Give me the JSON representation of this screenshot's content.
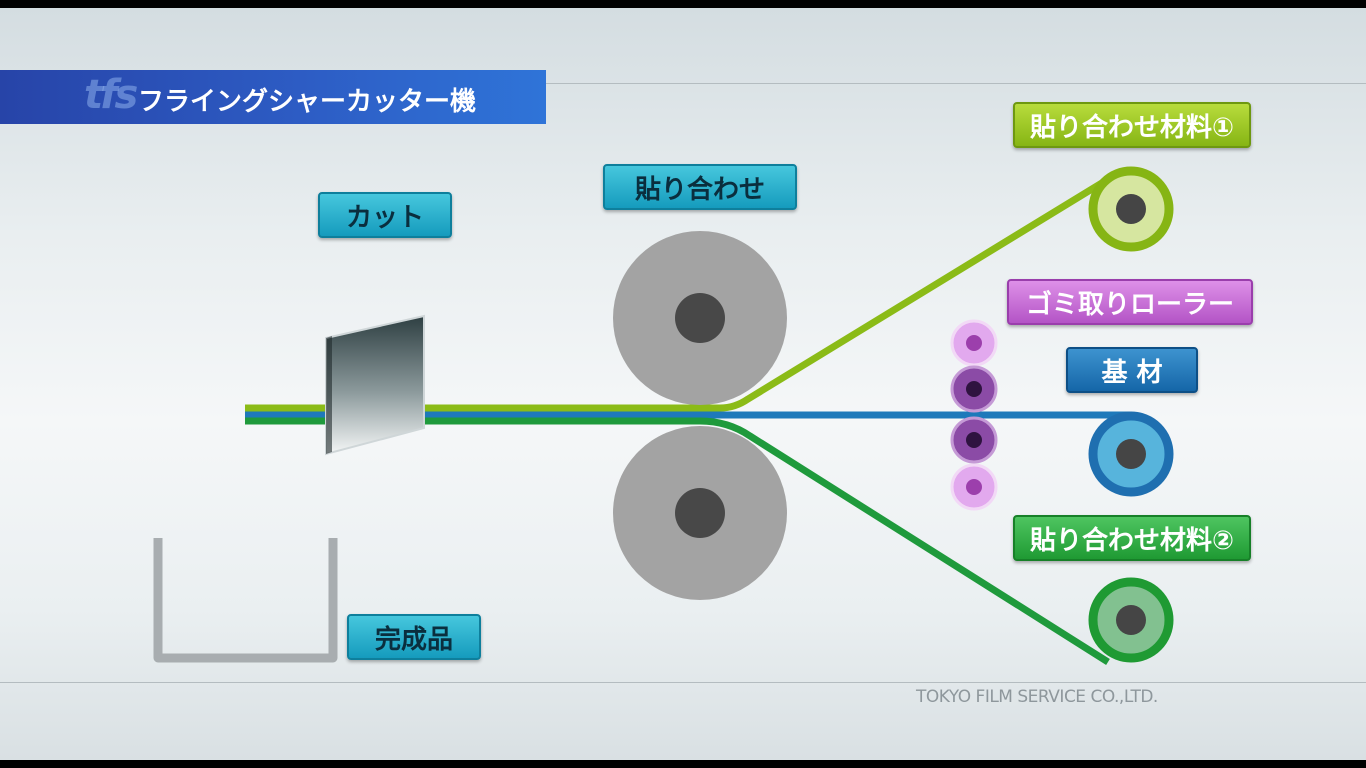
{
  "title": {
    "logo": "tfs",
    "text": "フライングシャーカッター機"
  },
  "labels": {
    "cut": "カット",
    "laminate": "貼り合わせ",
    "material1": "貼り合わせ材料①",
    "dust_roller": "ゴミ取りローラー",
    "substrate": "基 材",
    "material2": "貼り合わせ材料②",
    "finished": "完成品"
  },
  "footer": "TOKYO FILM SERVICE CO.,LTD.",
  "colors": {
    "lime": "#8bbb17",
    "green": "#1f9a3c",
    "blue": "#1e79ba",
    "gray_roller": "#a3a3a3",
    "violet": "#b454c6"
  }
}
